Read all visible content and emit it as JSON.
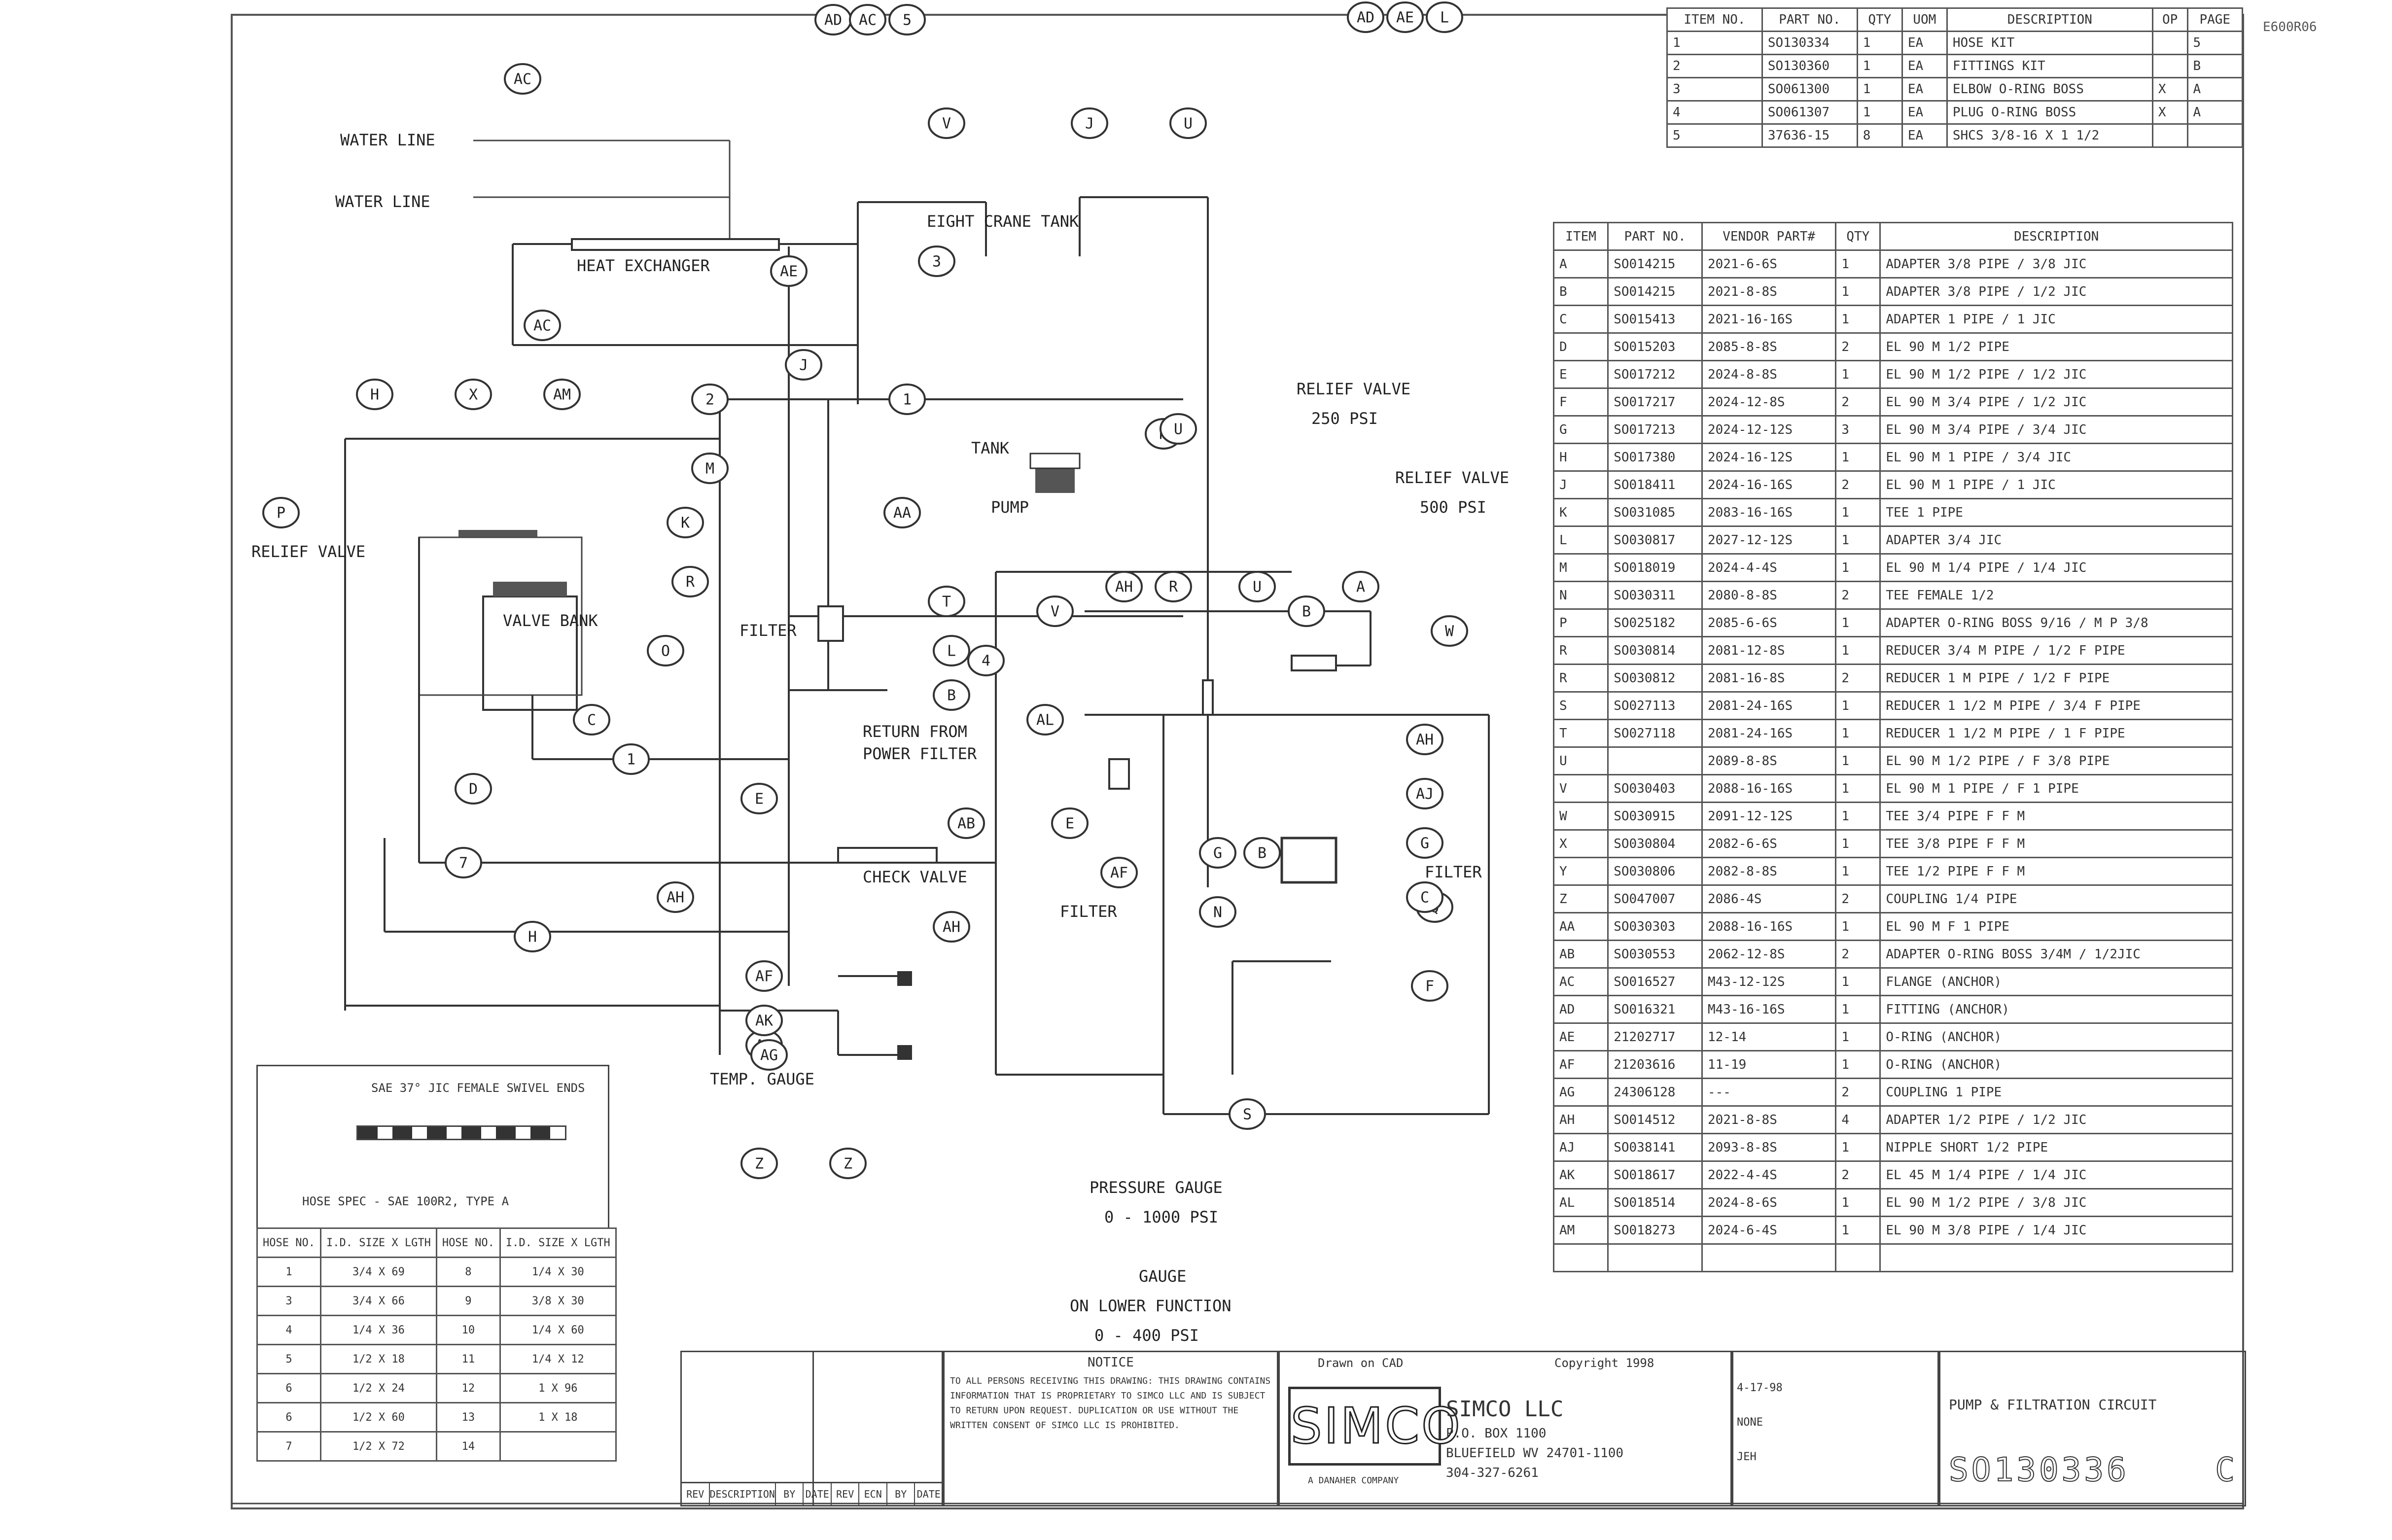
{
  "drawing_number_corner": "E600R06",
  "top_table": {
    "headers": [
      "ITEM NO.",
      "PART NO.",
      "QTY",
      "UOM",
      "DESCRIPTION",
      "OP",
      "PAGE"
    ],
    "rows": [
      [
        "1",
        "SO130334",
        "1",
        "EA",
        "HOSE KIT",
        "",
        "5"
      ],
      [
        "2",
        "SO130360",
        "1",
        "EA",
        "FITTINGS KIT",
        "",
        "B"
      ],
      [
        "3",
        "SO061300",
        "1",
        "EA",
        "ELBOW O-RING BOSS",
        "X",
        "A"
      ],
      [
        "4",
        "SO061307",
        "1",
        "EA",
        "PLUG O-RING BOSS",
        "X",
        "A"
      ],
      [
        "5",
        "37636-15",
        "8",
        "EA",
        "SHCS 3/8-16 X 1 1/2",
        "",
        ""
      ]
    ]
  },
  "bom_table": {
    "headers": [
      "ITEM",
      "PART NO.",
      "VENDOR PART#",
      "QTY",
      "DESCRIPTION"
    ],
    "rows": [
      [
        "A",
        "SO014215",
        "2021-6-6S",
        "1",
        "ADAPTER 3/8 PIPE / 3/8 JIC"
      ],
      [
        "B",
        "SO014215",
        "2021-8-8S",
        "1",
        "ADAPTER 3/8 PIPE / 1/2 JIC"
      ],
      [
        "C",
        "SO015413",
        "2021-16-16S",
        "1",
        "ADAPTER 1 PIPE / 1 JIC"
      ],
      [
        "D",
        "SO015203",
        "2085-8-8S",
        "2",
        "EL 90 M 1/2 PIPE"
      ],
      [
        "E",
        "SO017212",
        "2024-8-8S",
        "1",
        "EL 90 M 1/2 PIPE / 1/2 JIC"
      ],
      [
        "F",
        "SO017217",
        "2024-12-8S",
        "2",
        "EL 90 M 3/4 PIPE / 1/2 JIC"
      ],
      [
        "G",
        "SO017213",
        "2024-12-12S",
        "3",
        "EL 90 M 3/4 PIPE / 3/4 JIC"
      ],
      [
        "H",
        "SO017380",
        "2024-16-12S",
        "1",
        "EL 90 M 1 PIPE / 3/4 JIC"
      ],
      [
        "J",
        "SO018411",
        "2024-16-16S",
        "2",
        "EL 90 M 1 PIPE / 1 JIC"
      ],
      [
        "K",
        "SO031085",
        "2083-16-16S",
        "1",
        "TEE 1 PIPE"
      ],
      [
        "L",
        "SO030817",
        "2027-12-12S",
        "1",
        "ADAPTER 3/4 JIC"
      ],
      [
        "M",
        "SO018019",
        "2024-4-4S",
        "1",
        "EL 90 M 1/4 PIPE / 1/4 JIC"
      ],
      [
        "N",
        "SO030311",
        "2080-8-8S",
        "2",
        "TEE FEMALE 1/2"
      ],
      [
        "P",
        "SO025182",
        "2085-6-6S",
        "1",
        "ADAPTER O-RING BOSS 9/16 / M P 3/8"
      ],
      [
        "R",
        "SO030814",
        "2081-12-8S",
        "1",
        "REDUCER 3/4 M PIPE / 1/2 F PIPE"
      ],
      [
        "R",
        "SO030812",
        "2081-16-8S",
        "2",
        "REDUCER 1 M PIPE / 1/2 F PIPE"
      ],
      [
        "S",
        "SO027113",
        "2081-24-16S",
        "1",
        "REDUCER 1 1/2 M PIPE / 3/4 F PIPE"
      ],
      [
        "T",
        "SO027118",
        "2081-24-16S",
        "1",
        "REDUCER 1 1/2 M PIPE / 1 F PIPE"
      ],
      [
        "U",
        "",
        "2089-8-8S",
        "1",
        "EL 90 M 1/2 PIPE / F 3/8 PIPE"
      ],
      [
        "V",
        "SO030403",
        "2088-16-16S",
        "1",
        "EL 90 M 1 PIPE / F 1 PIPE"
      ],
      [
        "W",
        "SO030915",
        "2091-12-12S",
        "1",
        "TEE 3/4 PIPE F F M"
      ],
      [
        "X",
        "SO030804",
        "2082-6-6S",
        "1",
        "TEE 3/8 PIPE F F M"
      ],
      [
        "Y",
        "SO030806",
        "2082-8-8S",
        "1",
        "TEE 1/2 PIPE F F M"
      ],
      [
        "Z",
        "SO047007",
        "2086-4S",
        "2",
        "COUPLING 1/4 PIPE"
      ],
      [
        "AA",
        "SO030303",
        "2088-16-16S",
        "1",
        "EL 90 M F 1 PIPE"
      ],
      [
        "AB",
        "SO030553",
        "2062-12-8S",
        "2",
        "ADAPTER O-RING BOSS 3/4M / 1/2JIC"
      ],
      [
        "AC",
        "SO016527",
        "M43-12-12S",
        "1",
        "FLANGE (ANCHOR)"
      ],
      [
        "AD",
        "SO016321",
        "M43-16-16S",
        "1",
        "FITTING (ANCHOR)"
      ],
      [
        "AE",
        "21202717",
        "12-14",
        "1",
        "O-RING (ANCHOR)"
      ],
      [
        "AF",
        "21203616",
        "11-19",
        "1",
        "O-RING (ANCHOR)"
      ],
      [
        "AG",
        "24306128",
        "---",
        "2",
        "COUPLING 1 PIPE"
      ],
      [
        "AH",
        "SO014512",
        "2021-8-8S",
        "4",
        "ADAPTER 1/2 PIPE / 1/2 JIC"
      ],
      [
        "AJ",
        "SO038141",
        "2093-8-8S",
        "1",
        "NIPPLE SHORT 1/2 PIPE"
      ],
      [
        "AK",
        "SO018617",
        "2022-4-4S",
        "2",
        "EL 45 M 1/4 PIPE / 1/4 JIC"
      ],
      [
        "AL",
        "SO018514",
        "2024-8-6S",
        "1",
        "EL 90 M 1/2 PIPE / 3/8 JIC"
      ],
      [
        "AM",
        "SO018273",
        "2024-6-4S",
        "1",
        "EL 90 M 3/8 PIPE / 1/4 JIC"
      ],
      [
        "",
        "",
        "",
        "",
        ""
      ]
    ]
  },
  "hose_spec": {
    "title": "SAE 37° JIC FEMALE SWIVEL ENDS",
    "spec": "HOSE SPEC - SAE 100R2, TYPE A",
    "headers": [
      "HOSE NO.",
      "I.D. SIZE X LGTH",
      "HOSE NO.",
      "I.D. SIZE X LGTH"
    ],
    "rows": [
      [
        "1",
        "3/4 X 69",
        "8",
        "1/4 X 30"
      ],
      [
        "3",
        "3/4 X 66",
        "9",
        "3/8 X 30"
      ],
      [
        "4",
        "1/4 X 36",
        "10",
        "1/4 X 60"
      ],
      [
        "5",
        "1/2 X 18",
        "11",
        "1/4 X 12"
      ],
      [
        "6",
        "1/2 X 24",
        "12",
        "1 X 96"
      ],
      [
        "6",
        "1/2 X 60",
        "13",
        "1 X 18"
      ],
      [
        "7",
        "1/2 X 72",
        "14",
        ""
      ]
    ]
  },
  "callouts": {
    "water_line_1": "WATER LINE",
    "water_line_2": "WATER LINE",
    "heat_exchanger": "HEAT EXCHANGER",
    "eight_crane_tank": "EIGHT CRANE TANK",
    "relief_valve_top": "RELIEF VALVE",
    "relief_valve_top_psi": "250 PSI",
    "relief_valve_right": "RELIEF VALVE",
    "relief_valve_right_psi": "500 PSI",
    "relief_valve_left": "RELIEF VALVE",
    "tank": "TANK",
    "pump": "PUMP",
    "valve_bank": "VALVE BANK",
    "filter_1": "FILTER",
    "filter_2": "FILTER",
    "filter_3": "FILTER",
    "check_valve": "CHECK VALVE",
    "return_from": "RETURN FROM",
    "power_filter": "POWER FILTER",
    "temp_gauge": "TEMP. GAUGE",
    "pressure_gauge": "PRESSURE GAUGE",
    "pressure_range": "0 - 1000 PSI",
    "gauge": "GAUGE",
    "gauge_function": "ON LOWER FUNCTION",
    "gauge_range": "0 - 400 PSI"
  },
  "bubbles": [
    "AD",
    "AC",
    "5",
    "AD",
    "AE",
    "L",
    "AC",
    "V",
    "J",
    "U",
    "AC",
    "AE",
    "J",
    "2",
    "1",
    "3",
    "H",
    "X",
    "AM",
    "P",
    "M",
    "K",
    "R",
    "T",
    "AA",
    "H",
    "U",
    "O",
    "B",
    "L",
    "E",
    "4",
    "C",
    "D",
    "1",
    "7",
    "AH",
    "H",
    "AH",
    "AF",
    "AF",
    "Z",
    "Z",
    "AK",
    "AG",
    "AB",
    "AF",
    "V",
    "AH",
    "R",
    "U",
    "B",
    "A",
    "W",
    "AL",
    "AH",
    "AJ",
    "G",
    "N",
    "G",
    "Q",
    "C",
    "S",
    "E",
    "B",
    "F"
  ],
  "title_block": {
    "revisions_header": [
      "REV",
      "DESCRIPTION",
      "BY",
      "DATE",
      "REV",
      "ECN",
      "BY",
      "DATE"
    ],
    "note_header": "NOTICE",
    "note_text": "TO ALL PERSONS RECEIVING THIS DRAWING: THIS DRAWING CONTAINS INFORMATION THAT IS PROPRIETARY TO SIMCO LLC AND IS SUBJECT TO RETURN UPON REQUEST. DUPLICATION OR USE WITHOUT THE WRITTEN CONSENT OF SIMCO LLC IS PROHIBITED.",
    "drawn_by_label": "Drawn on CAD",
    "copyright": "Copyright 1998",
    "company_logo": "SIMCO",
    "company_tagline": "A DANAHER COMPANY",
    "company_name": "SIMCO LLC",
    "address_1": "P.O. BOX 1100",
    "address_2": "BLUEFIELD WV 24701-1100",
    "phone": "304-327-6261",
    "title": "PUMP & FILTRATION CIRCUIT",
    "drawing_no": "SO130336",
    "rev": "C",
    "date": "4-17-98",
    "scale": "NONE",
    "drawn_by": "JEH"
  }
}
